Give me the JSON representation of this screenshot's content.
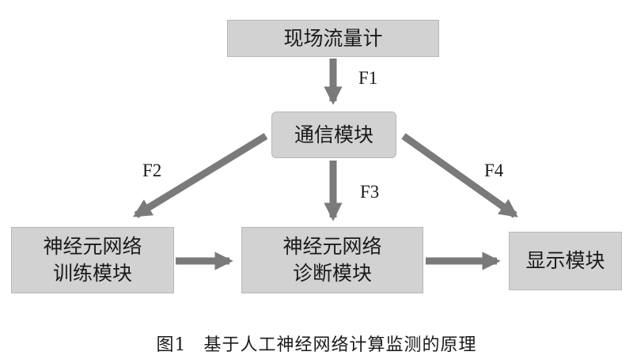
{
  "nodes": {
    "flowmeter": "现场流量计",
    "comm": "通信模块",
    "train": [
      "神经元网络",
      "训练模块"
    ],
    "diag": [
      "神经元网络",
      "诊断模块"
    ],
    "display": "显示模块"
  },
  "edges": {
    "f1": "F1",
    "f2": "F2",
    "f3": "F3",
    "f4": "F4"
  },
  "caption": {
    "figure": "图1",
    "title": "基于人工神经网络计算监测的原理"
  },
  "colors": {
    "box_fill": "#d2d2d2",
    "arrow": "#7a7a7a",
    "text": "#1a1a1a"
  }
}
